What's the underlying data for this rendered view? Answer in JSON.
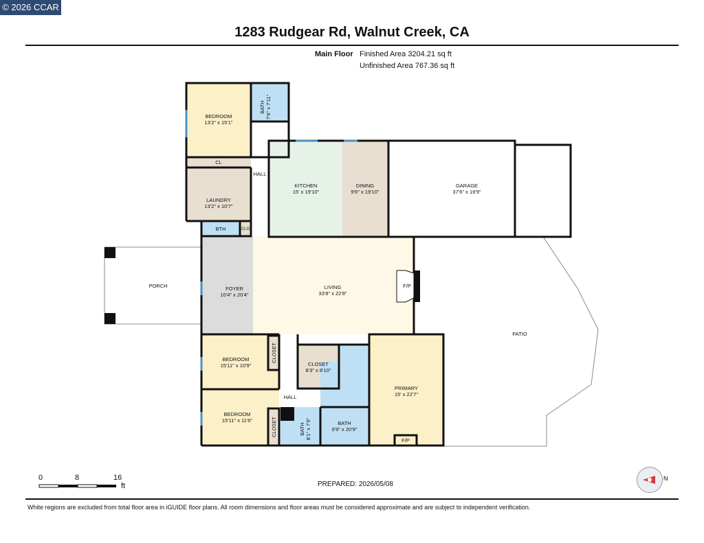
{
  "badge": "© 2026 CCAR",
  "title": "1283 Rudgear Rd, Walnut Creek, CA",
  "floor": {
    "name": "Main Floor",
    "finished": "Finished Area 3204.21 sq ft",
    "unfinished": "Unfinished Area 767.36 sq ft"
  },
  "rooms": {
    "bedroom_nw": {
      "name": "BEDROOM",
      "dims": "13'2\" x 15'1\""
    },
    "bath_nw": {
      "name": "BATH",
      "dims": "7'6\" x 7'11\""
    },
    "cl": {
      "name": "CL"
    },
    "hall_w": {
      "name": "HALL"
    },
    "laundry": {
      "name": "LAUNDRY",
      "dims": "13'2\" x 10'7\""
    },
    "bth": {
      "name": "BTH"
    },
    "clo": {
      "name": "CLO"
    },
    "kitchen": {
      "name": "KITCHEN",
      "dims": "15' x 19'10\""
    },
    "dining": {
      "name": "DINING",
      "dims": "9'6\" x 19'10\""
    },
    "garage": {
      "name": "GARAGE",
      "dims": "37'6\" x 19'9\""
    },
    "porch": {
      "name": "PORCH"
    },
    "foyer": {
      "name": "FOYER",
      "dims": "10'4\" x 20'4\""
    },
    "living": {
      "name": "LIVING",
      "dims": "33'8\" x 22'8\""
    },
    "fp1": {
      "name": "F/P"
    },
    "patio": {
      "name": "PATIO"
    },
    "bedroom_sw1": {
      "name": "BEDROOM",
      "dims": "15'11\" x 10'9\""
    },
    "closet_sw1": {
      "name": "CLOSET"
    },
    "closet_mid": {
      "name": "CLOSET",
      "dims": "8'3\" x 8'10\""
    },
    "hall_s": {
      "name": "HALL"
    },
    "bedroom_sw2": {
      "name": "BEDROOM",
      "dims": "15'11\" x 11'6\""
    },
    "closet_sw2": {
      "name": "CLOSET"
    },
    "bath_s1": {
      "name": "BATH",
      "dims": "8'1\" x 7'9\""
    },
    "bath_s2": {
      "name": "BATH",
      "dims": "9'9\" x 20'9\""
    },
    "primary": {
      "name": "PRIMARY",
      "dims": "15' x 22'7\""
    },
    "fp2": {
      "name": "F/P"
    }
  },
  "colors": {
    "bedroom": "#fbf0c8",
    "bath": "#bfe0f4",
    "laundry": "#e8dfd0",
    "kitchen": "#e6f2e8",
    "dining": "#e8dfd0",
    "living": "#fdf9e6",
    "foyer": "#dcdcdc",
    "closet": "#e8dfd0"
  },
  "scale": {
    "t0": "0",
    "t1": "8",
    "t2": "16",
    "unit": "ft"
  },
  "prepared": "PREPARED: 2026/05/08",
  "compass": {
    "n": "N"
  },
  "disclaimer": "White regions are excluded from total floor area in iGUIDE floor plans. All room dimensions and floor areas must be considered approximate and are subject to independent verification."
}
